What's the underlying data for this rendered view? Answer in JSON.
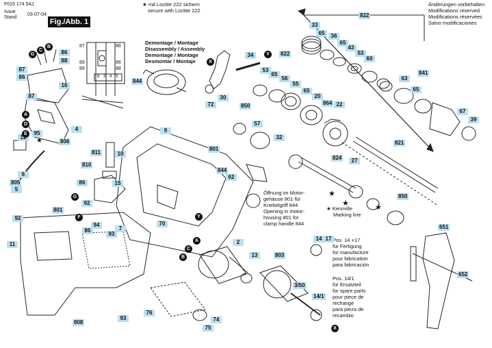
{
  "header": {
    "code": "F015 174 5A1",
    "issue_label": "Issue",
    "stand_label": "Stand",
    "date": "03-07-04",
    "fig": "Fig./Abb. 1"
  },
  "top_notes": {
    "loctite": [
      "mit Loctite 222 sichern",
      "secure with Loctite 222"
    ],
    "changes": [
      "Änderungen vorbehalten",
      "Modifications reserved",
      "Modifications réservées",
      "Salvo modificaciones"
    ]
  },
  "demontage": [
    "Demontage / Montage",
    "Disassembly / Assembly",
    "Demontage / Montage",
    "Desmontar / Montaje"
  ],
  "notes": {
    "opening": [
      "Öffnung im Motor-",
      "gehäuse 801 für",
      "Knebelgriff 844",
      "Opening in motor-",
      "housing 801 for",
      "clamp handle 844"
    ],
    "knurl": [
      "Kennrille",
      "Marking line"
    ],
    "pos14": [
      "Pos. 14 +17",
      "für Fertigung",
      "for manufacture",
      "pour fabrication",
      "para fabricación"
    ],
    "pos141": [
      "Pos. 14/1",
      "für Ersatzteil",
      "for spare parts",
      "pour piece de",
      "rechange",
      "para pieza de",
      "recambio"
    ]
  },
  "wiring": {
    "labels": [
      "87",
      "89",
      "89",
      "86",
      "86",
      "88",
      "8",
      "3",
      "4",
      "5"
    ]
  },
  "callouts": [
    {
      "t": "822"
    },
    {
      "t": "33"
    },
    {
      "t": "65"
    },
    {
      "t": "36"
    },
    {
      "t": "65"
    },
    {
      "t": "43"
    },
    {
      "t": "53"
    },
    {
      "t": "60"
    },
    {
      "t": "34"
    },
    {
      "t": "822"
    },
    {
      "t": "53"
    },
    {
      "t": "65"
    },
    {
      "t": "56"
    },
    {
      "t": "55"
    },
    {
      "t": "65"
    },
    {
      "t": "20"
    },
    {
      "t": "22"
    },
    {
      "t": "63"
    },
    {
      "t": "841"
    },
    {
      "t": "65"
    },
    {
      "t": "67"
    },
    {
      "t": "39"
    },
    {
      "t": "864"
    },
    {
      "t": "72"
    },
    {
      "t": "30"
    },
    {
      "t": "850"
    },
    {
      "t": "57"
    },
    {
      "t": "32"
    },
    {
      "t": "821"
    },
    {
      "t": "27"
    },
    {
      "t": "824"
    },
    {
      "t": "850"
    },
    {
      "t": "86"
    },
    {
      "t": "88"
    },
    {
      "t": "87"
    },
    {
      "t": "86"
    },
    {
      "t": "16"
    },
    {
      "t": "87"
    },
    {
      "t": "4"
    },
    {
      "t": "95"
    },
    {
      "t": "806"
    },
    {
      "t": "12"
    },
    {
      "t": "6"
    },
    {
      "t": "805"
    },
    {
      "t": "5"
    },
    {
      "t": "844"
    },
    {
      "t": "9"
    },
    {
      "t": "811"
    },
    {
      "t": "10"
    },
    {
      "t": "810"
    },
    {
      "t": "801"
    },
    {
      "t": "844"
    },
    {
      "t": "62"
    },
    {
      "t": "86"
    },
    {
      "t": "15"
    },
    {
      "t": "92"
    },
    {
      "t": "94"
    },
    {
      "t": "86"
    },
    {
      "t": "70"
    },
    {
      "t": "7"
    },
    {
      "t": "93"
    },
    {
      "t": "92"
    },
    {
      "t": "801"
    },
    {
      "t": "11"
    },
    {
      "t": "808"
    },
    {
      "t": "93"
    },
    {
      "t": "2"
    },
    {
      "t": "13"
    },
    {
      "t": "803"
    },
    {
      "t": "14"
    },
    {
      "t": "17"
    },
    {
      "t": "3/50"
    },
    {
      "t": "14/1"
    },
    {
      "t": "651"
    },
    {
      "t": "652"
    },
    {
      "t": "76"
    },
    {
      "t": "74"
    },
    {
      "t": "75"
    }
  ],
  "letters": [
    {
      "t": "G"
    },
    {
      "t": "C"
    },
    {
      "t": "B"
    },
    {
      "t": "A"
    },
    {
      "t": "D"
    },
    {
      "t": "E"
    },
    {
      "t": "X"
    },
    {
      "t": "Y"
    },
    {
      "t": "G"
    },
    {
      "t": "F"
    },
    {
      "t": "Y"
    },
    {
      "t": "A"
    },
    {
      "t": "C"
    },
    {
      "t": "B"
    },
    {
      "t": "X"
    }
  ]
}
